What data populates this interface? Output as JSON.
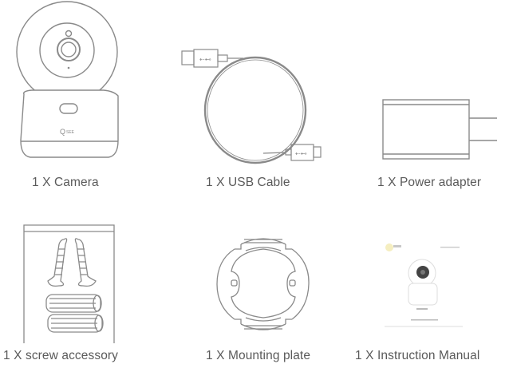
{
  "contents": {
    "items": [
      {
        "quantity": "1",
        "separator": "X",
        "name": "Camera",
        "label": "1 X Camera",
        "icon": "camera-icon"
      },
      {
        "quantity": "1",
        "separator": "X",
        "name": "USB Cable",
        "label": "1 X USB Cable",
        "icon": "usb-cable-icon"
      },
      {
        "quantity": "1",
        "separator": "X",
        "name": "Power adapter",
        "label": "1 X Power adapter",
        "icon": "power-adapter-icon"
      },
      {
        "quantity": "1",
        "separator": "X",
        "name": "screw accessory",
        "label": "1 X screw accessory",
        "icon": "screw-accessory-icon"
      },
      {
        "quantity": "1",
        "separator": "X",
        "name": "Mounting plate",
        "label": "1 X Mounting plate",
        "icon": "mounting-plate-icon"
      },
      {
        "quantity": "1",
        "separator": "X",
        "name": "Instruction Manual",
        "label": "1 X Instruction Manual",
        "icon": "instruction-manual-icon"
      }
    ],
    "camera_brand_mark": "Q",
    "line_color": "#8a8a8a",
    "label_color": "#5a5a5a"
  }
}
